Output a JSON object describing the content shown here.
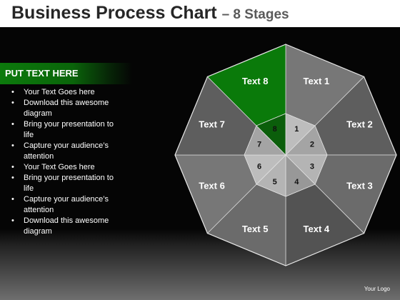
{
  "title": {
    "main": "Business Process Chart",
    "sub": "– 8 Stages"
  },
  "panel": {
    "header": "PUT TEXT HERE",
    "bullets": [
      "Your Text Goes here",
      "Download this awesome diagram",
      "Bring your presentation to life",
      "Capture your audience’s attention",
      "Your Text Goes here",
      "Bring your presentation to life",
      "Capture your audience’s attention",
      "Download this awesome diagram"
    ]
  },
  "diagram": {
    "highlight_color": "#0a7a0a",
    "segments": [
      {
        "label": "Text 1",
        "number": "1"
      },
      {
        "label": "Text 2",
        "number": "2"
      },
      {
        "label": "Text 3",
        "number": "3"
      },
      {
        "label": "Text 4",
        "number": "4"
      },
      {
        "label": "Text 5",
        "number": "5"
      },
      {
        "label": "Text 6",
        "number": "6"
      },
      {
        "label": "Text 7",
        "number": "7"
      },
      {
        "label": "Text 8",
        "number": "8"
      }
    ]
  },
  "logo": "Your Logo"
}
